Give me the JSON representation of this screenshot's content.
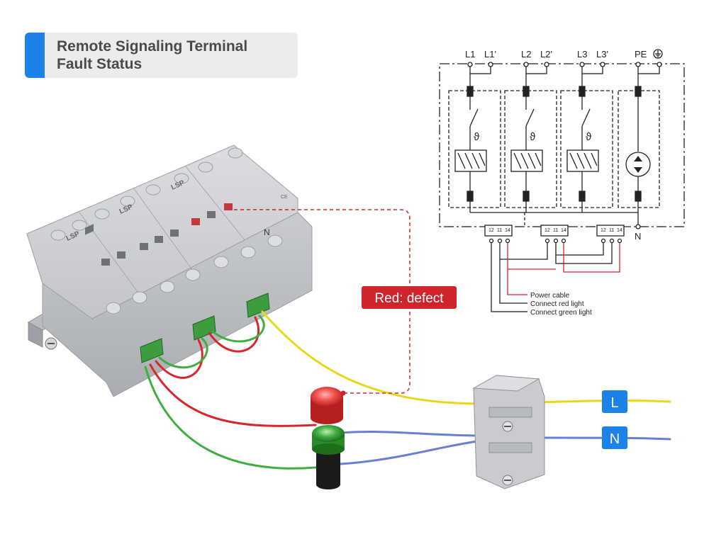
{
  "title": {
    "line1": "Remote Signaling Terminal",
    "line2": "Fault Status"
  },
  "callout": {
    "text": "Red: defect",
    "color": "#d0242d"
  },
  "schematic": {
    "terminals_top": [
      "L1",
      "L1'",
      "L2",
      "L2'",
      "L3",
      "L3'",
      "PE"
    ],
    "neutral_label": "N",
    "theta_symbol": "ϑ",
    "contact_pins": [
      "12",
      "11",
      "14"
    ],
    "legend": [
      "Power cable",
      "Connect red light",
      "Connect green light"
    ]
  },
  "device": {
    "brand": "LSP",
    "n_marking": "N",
    "ce_mark": "CE"
  },
  "lines": {
    "L_label": "L",
    "N_label": "N",
    "badge_color": "#1a82e8"
  },
  "wire_colors": {
    "yellow": "#e6d81a",
    "red": "#d9262b",
    "green": "#3fae3f",
    "blue": "#6a7fd4"
  }
}
